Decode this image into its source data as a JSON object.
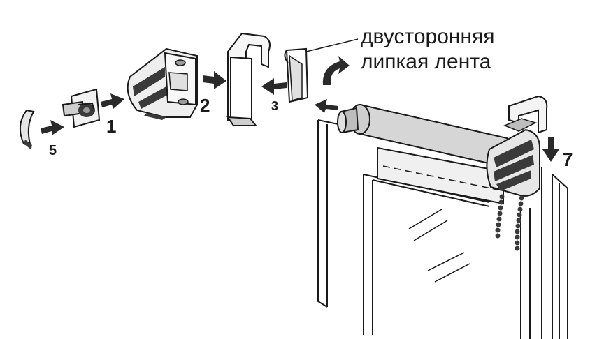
{
  "caption": {
    "line1": "двусторонняя",
    "line2": "липкая лента"
  },
  "steps": {
    "s1": "1",
    "s2": "2",
    "s3": "3",
    "s5": "5",
    "s7": "7"
  },
  "colors": {
    "line": "#1a1a1a",
    "roller": "#d6d6d6",
    "part_dark": "#3a3a3a",
    "part_mid": "#8a8a8a",
    "part_light": "#e8e8e8"
  }
}
